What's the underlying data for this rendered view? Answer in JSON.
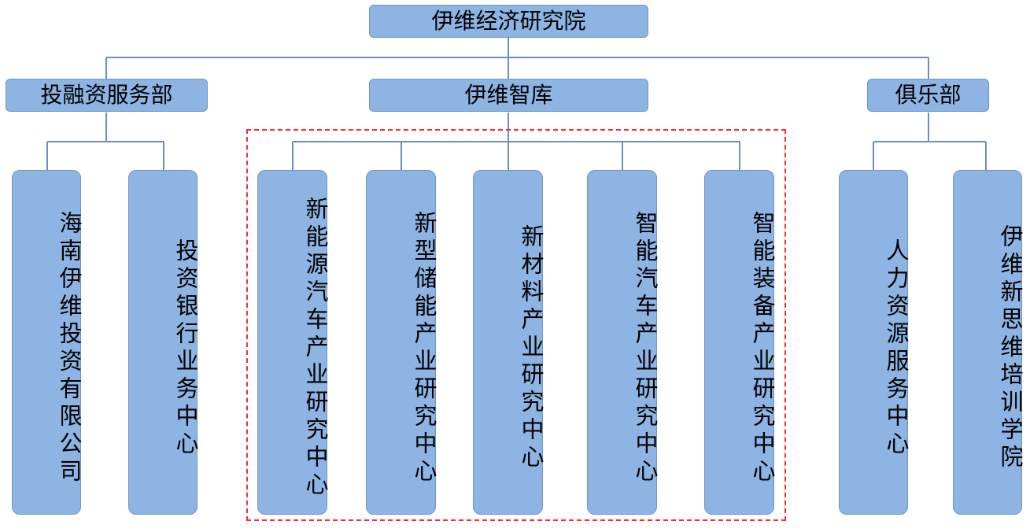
{
  "org_chart": {
    "root": {
      "label": "伊维经济研究院"
    },
    "departments": [
      {
        "label": "投融资服务部",
        "children": [
          {
            "label": "海南伊维投资有限公司"
          },
          {
            "label": "投资银行业务中心"
          }
        ]
      },
      {
        "label": "伊维智库",
        "children": [
          {
            "label": "新能源汽车产业研究中心"
          },
          {
            "label": "新型储能产业研究中心"
          },
          {
            "label": "新材料产业研究中心"
          },
          {
            "label": "智能汽车产业研究中心"
          },
          {
            "label": "智能装备产业研究中心"
          }
        ]
      },
      {
        "label": "俱乐部",
        "children": [
          {
            "label": "人力资源服务中心"
          },
          {
            "label": "伊维新思维培训学院"
          }
        ]
      }
    ]
  },
  "colors": {
    "box_fill": "#8eb4e3",
    "box_border": "#6f95c7",
    "connector": "#6b8fc3",
    "highlight_dashed": "#ff2a2a"
  }
}
